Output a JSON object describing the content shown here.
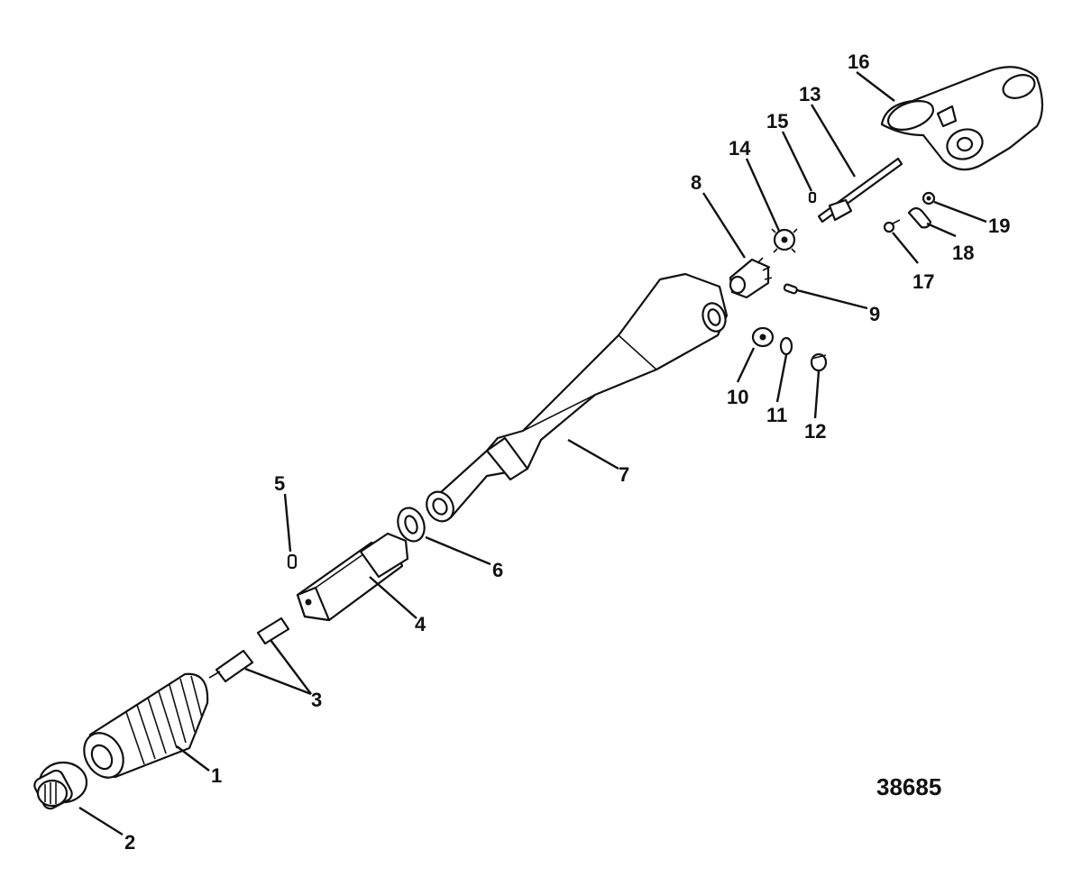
{
  "callouts": {
    "c1": "1",
    "c2": "2",
    "c3": "3",
    "c4": "4",
    "c5": "5",
    "c6": "6",
    "c7": "7",
    "c8": "8",
    "c9": "9",
    "c10": "10",
    "c11": "11",
    "c12": "12",
    "c13": "13",
    "c14": "14",
    "c15": "15",
    "c16": "16",
    "c17": "17",
    "c18": "18",
    "c19": "19"
  },
  "drawing_number": "38685",
  "colors": {
    "ink": "#111111",
    "paper": "#ffffff"
  }
}
